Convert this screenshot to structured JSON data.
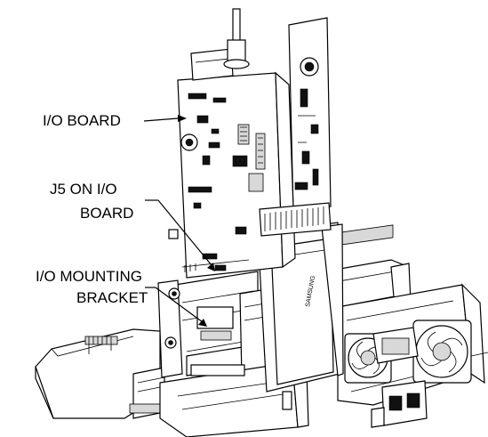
{
  "callouts": {
    "io_board": "I/O BOARD",
    "j5_line1": "J5 ON I/O",
    "j5_line2": "BOARD",
    "bracket_line1": "I/O MOUNTING",
    "bracket_line2": "BRACKET"
  },
  "device_markings": {
    "drive_brand": "SAMSUNG"
  },
  "colors": {
    "ink": "#000000",
    "paper": "#ffffff"
  }
}
